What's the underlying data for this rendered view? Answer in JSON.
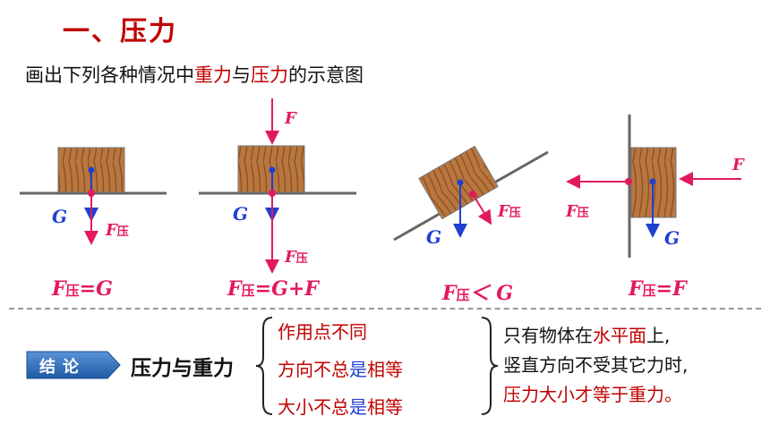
{
  "heading": "一、压力",
  "subtitle": {
    "before": "画出下列各种情况中",
    "gravity": "重力",
    "and": "与",
    "pressure": "压力",
    "after": "的示意图"
  },
  "figures": {
    "F_letter": "F",
    "G_letter": "G",
    "pressure_sub": "压"
  },
  "equations": {
    "eq1": {
      "lhs": "F",
      "sub": "压",
      "rhs": "=G"
    },
    "eq2": {
      "lhs": "F",
      "sub": "压",
      "rhs": "=G+F"
    },
    "eq3": {
      "lhs": "F",
      "sub": "压",
      "rhs": "＜ G"
    },
    "eq4": {
      "lhs": "F",
      "sub": "压",
      "rhs": "=F"
    }
  },
  "conclusion": {
    "badge": "结论",
    "topic": "压力与重力",
    "items": [
      {
        "a": "作用点不同",
        "b": "",
        "c": ""
      },
      {
        "a": "方向不总",
        "b": "是",
        "c": "相等"
      },
      {
        "a": "大小不总",
        "b": "是",
        "c": "相等"
      }
    ],
    "note": {
      "l1_before": "只有物体在",
      "l1_red": "水平面",
      "l1_after": "上,",
      "l2": "竖直方向不受其它力时,",
      "l3": "压力大小才等于重力。"
    }
  },
  "colors": {
    "red": "#c00000",
    "pink": "#e3195d",
    "blue": "#1f3fd1",
    "badge": "#2e6bb8"
  }
}
